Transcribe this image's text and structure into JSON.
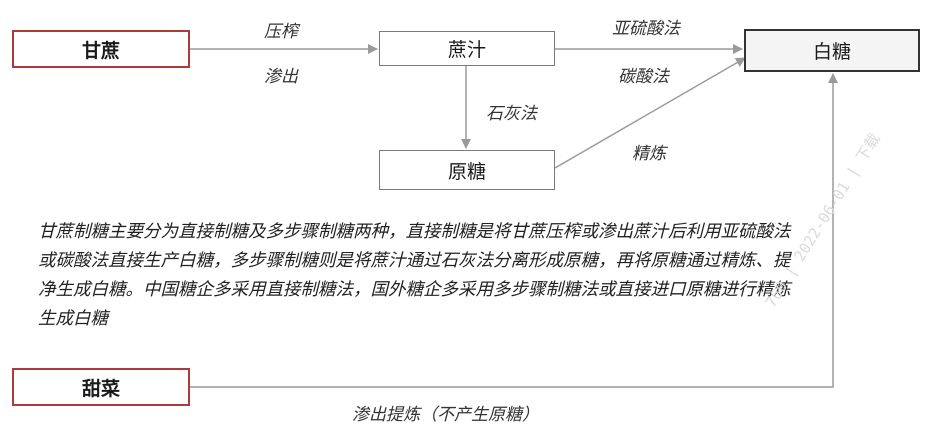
{
  "nodes": {
    "sugarcane": "甘蔗",
    "cane_juice": "蔗汁",
    "white_sugar": "白糖",
    "raw_sugar": "原糖",
    "sugar_beet": "甜菜"
  },
  "edge_labels": {
    "press": "压榨",
    "leach": "渗出",
    "sulfite": "亚硫酸法",
    "carbonation": "碳酸法",
    "lime": "石灰法",
    "refine": "精炼",
    "beet_process": "渗出提炼（不产生原糖）"
  },
  "description": "甘蔗制糖主要分为直接制糖及多步骤制糖两种，直接制糖是将甘蔗压榨或渗出蔗汁后利用亚硫酸法或碳酸法直接生产白糖，多步骤制糖则是将蔗汁通过石灰法分离形成原糖，再将原糖通过精炼、提净生成白糖。中国糖企多采用直接制糖法，国外糖企多采用多步骤制糖法或直接进口原糖进行精炼生成白糖",
  "watermark": "760 | 2022-06-01 | 下载",
  "colors": {
    "source_border": "#b03a3a",
    "node_border": "#7a7a7a",
    "target_border": "#333333",
    "arrow": "#9a9a9a"
  }
}
